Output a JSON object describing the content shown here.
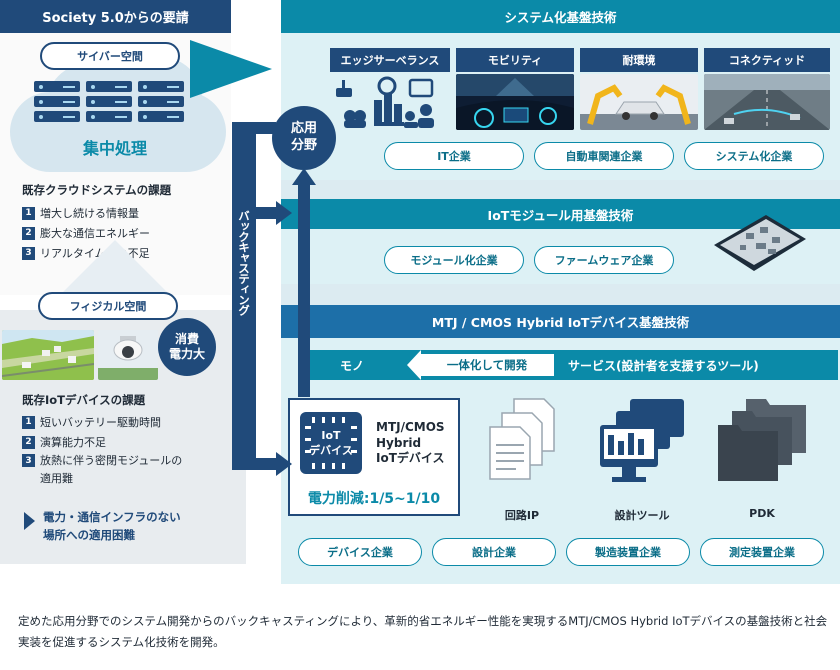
{
  "left": {
    "header": "Society 5.0からの要請",
    "cyber_space": "サイバー空間",
    "central_processing": "集中処理",
    "cloud_issues_title": "既存クラウドシステムの課題",
    "cloud_issues": [
      {
        "num": "1",
        "text": "増大し続ける情報量"
      },
      {
        "num": "2",
        "text": "膨大な通信エネルギー"
      },
      {
        "num": "3",
        "text": "リアルタイム性の不足"
      }
    ],
    "physical_space": "フィジカル空間",
    "power_badge": "消費\n電力大",
    "iot_issues_title": "既存IoTデバイスの課題",
    "iot_issues": [
      {
        "num": "1",
        "text": "短いバッテリー駆動時間"
      },
      {
        "num": "2",
        "text": "演算能力不足"
      },
      {
        "num": "3",
        "text": "放熱に伴う密閉モジュールの\n適用難"
      }
    ],
    "infra_issue": "電力・通信インフラのない\n場所への適用困難"
  },
  "center": {
    "backcasting": "バックキャスティング",
    "application_field": "応用\n分野"
  },
  "sections": {
    "system_title": "システム化基盤技術",
    "categories": [
      {
        "label": "エッジサーベランス",
        "icon": "surveillance-icons"
      },
      {
        "label": "モビリティ",
        "icon": "car-dashboard-image"
      },
      {
        "label": "耐環境",
        "icon": "robot-factory-image"
      },
      {
        "label": "コネクティッド",
        "icon": "highway-image"
      }
    ],
    "system_companies": [
      "IT企業",
      "自動車関連企業",
      "システム化企業"
    ],
    "iot_module_title": "IoTモジュール用基盤技術",
    "module_companies": [
      "モジュール化企業",
      "ファームウェア企業"
    ],
    "device_title": "MTJ / CMOS Hybrid IoTデバイス基盤技術",
    "mono": "モノ",
    "integrate": "一体化して開発",
    "service": "サービス(設計者を支援するツール)",
    "chip_label": "IoT\nデバイス",
    "device_name": "MTJ/CMOS\nHybrid\nIoTデバイス",
    "power_cut": "電力削減:1/5~1/10",
    "tools": [
      {
        "label": "回路IP",
        "icon": "document-stack-icon"
      },
      {
        "label": "設計ツール",
        "icon": "monitor-stack-icon"
      },
      {
        "label": "PDK",
        "icon": "folder-stack-icon"
      }
    ],
    "device_companies": [
      "デバイス企業",
      "設計企業",
      "製造装置企業",
      "測定装置企業"
    ]
  },
  "caption": "定めた応用分野でのシステム開発からのバックキャスティングにより、革新的省エネルギー性能を実現するMTJ/CMOS Hybrid IoTデバイスの基盤技術と社会実装を促進するシステム化技術を開発。",
  "colors": {
    "navy": "#204a7a",
    "teal": "#0b8aa8",
    "light_blue": "#ddf1f5",
    "grey": "#e8ecef"
  }
}
